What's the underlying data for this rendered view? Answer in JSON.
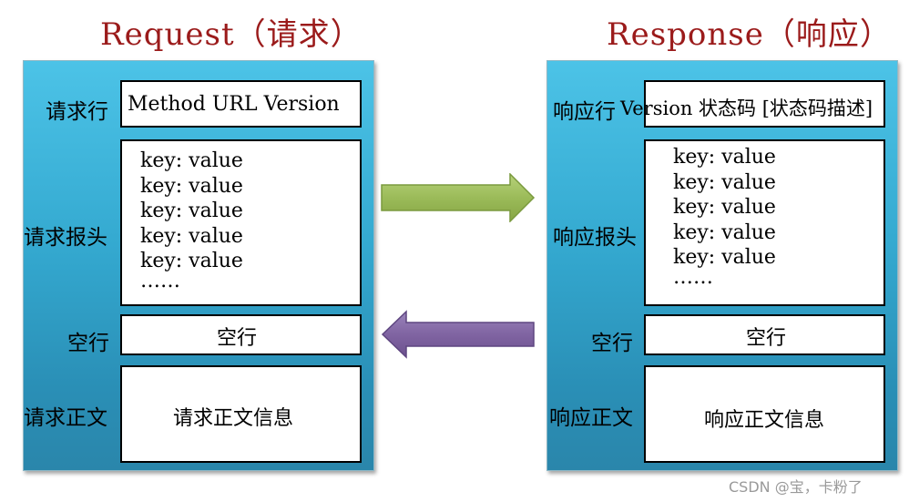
{
  "request": {
    "title": "Request（请求）",
    "rows": {
      "request_line": {
        "label": "请求行",
        "content": "Method URL Version"
      },
      "headers": {
        "label": "请求报头",
        "lines": [
          "key:  value",
          "key:  value",
          "key:  value",
          "key:  value",
          "key:  value",
          "……"
        ]
      },
      "blank_line": {
        "label": "空行",
        "content": "空行"
      },
      "body": {
        "label": "请求正文",
        "content": "请求正文信息"
      }
    }
  },
  "response": {
    "title": "Response（响应）",
    "rows": {
      "status_line": {
        "label": "响应行",
        "content": "Version 状态码 [状态码描述]"
      },
      "headers": {
        "label": "响应报头",
        "lines": [
          "key:  value",
          "key:  value",
          "key:  value",
          "key:  value",
          "key:  value",
          "……"
        ]
      },
      "blank_line": {
        "label": "空行",
        "content": "空行"
      },
      "body": {
        "label": "响应正文",
        "content": "响应正文信息"
      }
    }
  },
  "colors": {
    "title": "#9b1b1b",
    "panel": "#34a9d0",
    "arrow_right": "#9bbb59",
    "arrow_left": "#8064a2"
  },
  "watermark": "CSDN @宝，卡粉了"
}
